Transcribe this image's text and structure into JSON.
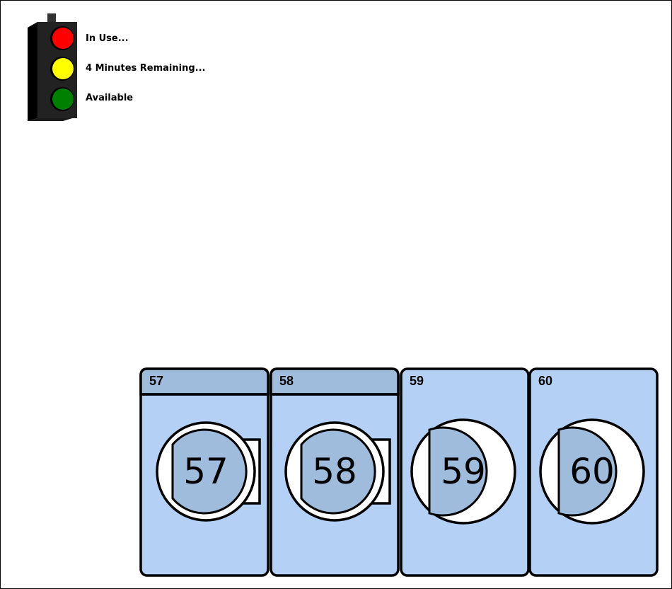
{
  "legend": {
    "in_use": "In Use...",
    "four_minutes": "4 Minutes Remaining...",
    "available": "Available",
    "colors": {
      "red": "#ff0000",
      "yellow": "#ffff00",
      "green": "#008000",
      "housing": "#1a1a1a"
    }
  },
  "machines": [
    {
      "number": "57",
      "door_label": "57",
      "state": "door-closed",
      "header_shaded": true
    },
    {
      "number": "58",
      "door_label": "58",
      "state": "door-closed",
      "header_shaded": true
    },
    {
      "number": "59",
      "door_label": "59",
      "state": "door-open",
      "header_shaded": false
    },
    {
      "number": "60",
      "door_label": "60",
      "state": "door-open",
      "header_shaded": false
    }
  ],
  "colors": {
    "machine_body": "#b4d0f4",
    "machine_header": "#a0bcdc",
    "door_glass": "#a0bcdc",
    "outline": "#000000"
  }
}
